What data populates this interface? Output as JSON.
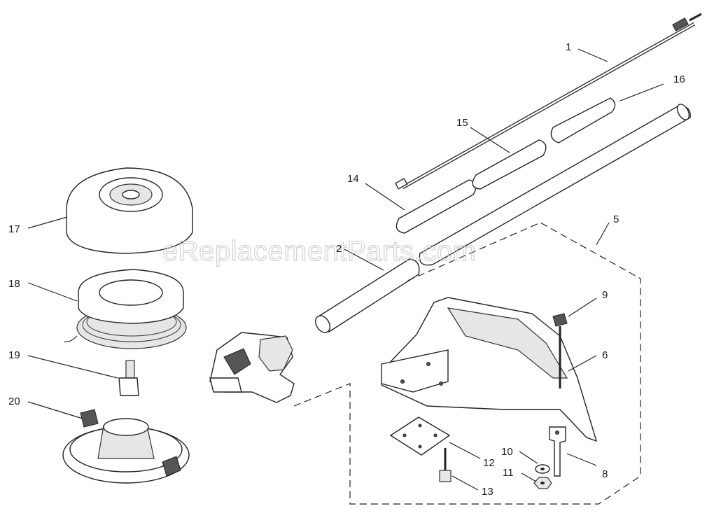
{
  "watermark": "eReplacementParts.com",
  "callouts": [
    {
      "id": "1",
      "text": "1"
    },
    {
      "id": "2",
      "text": "2"
    },
    {
      "id": "5",
      "text": "5"
    },
    {
      "id": "6",
      "text": "6"
    },
    {
      "id": "8",
      "text": "8"
    },
    {
      "id": "9",
      "text": "9"
    },
    {
      "id": "10",
      "text": "10"
    },
    {
      "id": "11",
      "text": "11"
    },
    {
      "id": "12",
      "text": "12"
    },
    {
      "id": "13",
      "text": "13"
    },
    {
      "id": "14",
      "text": "14"
    },
    {
      "id": "15",
      "text": "15"
    },
    {
      "id": "16",
      "text": "16"
    },
    {
      "id": "17",
      "text": "17"
    },
    {
      "id": "18",
      "text": "18"
    },
    {
      "id": "19",
      "text": "19"
    },
    {
      "id": "20",
      "text": "20"
    }
  ]
}
